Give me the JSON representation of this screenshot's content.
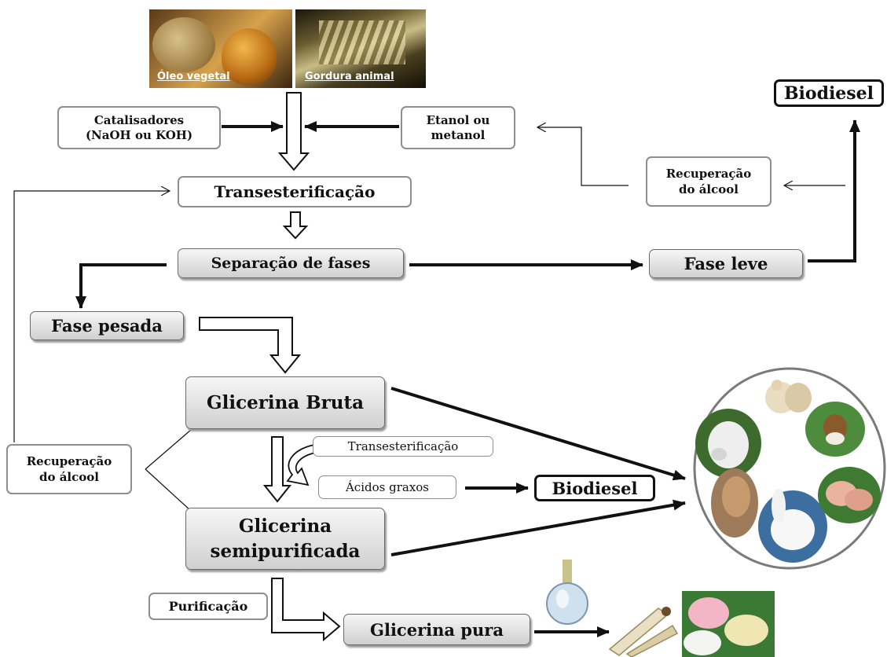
{
  "sources": {
    "oleo": "Óleo vegetal",
    "gordura": "Gordura animal"
  },
  "boxes": {
    "catalisadores_l1": "Catalisadores",
    "catalisadores_l2": "(NaOH ou KOH)",
    "etanol_l1": "Etanol ou",
    "etanol_l2": "metanol",
    "transesterificacao": "Transesterificação",
    "recup_top_l1": "Recuperação",
    "recup_top_l2": "do álcool",
    "biodiesel_top": "Biodiesel",
    "separacao": "Separação de fases",
    "fase_leve": "Fase leve",
    "fase_pesada": "Fase pesada",
    "glicerina_bruta": "Glicerina Bruta",
    "transesterificacao_small": "Transesterificação",
    "acidos_graxos": "Ácidos graxos",
    "biodiesel_mid": "Biodiesel",
    "recup_left_l1": "Recuperação",
    "recup_left_l2": "do álcool",
    "glicerina_semi_l1": "Glicerina",
    "glicerina_semi_l2": "semipurificada",
    "purificacao": "Purificação",
    "glicerina_pura": "Glicerina pura"
  }
}
